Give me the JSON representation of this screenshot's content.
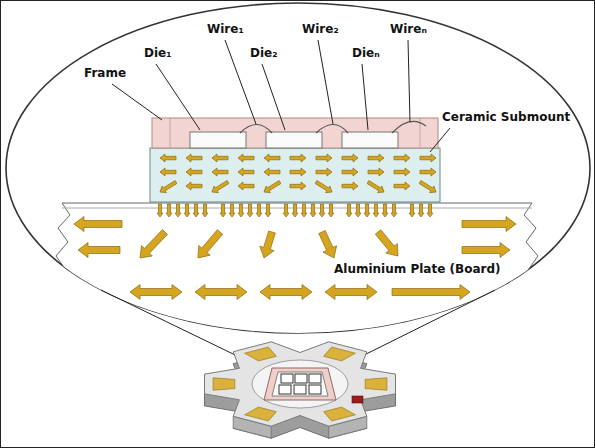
{
  "diagram": {
    "labels": [
      "Frame",
      "Die₁",
      "Wire₁",
      "Die₂",
      "Wire₂",
      "Dieₙ",
      "Wireₙ",
      "Ceramic Submount",
      "Aluminium Plate (Board)"
    ]
  }
}
